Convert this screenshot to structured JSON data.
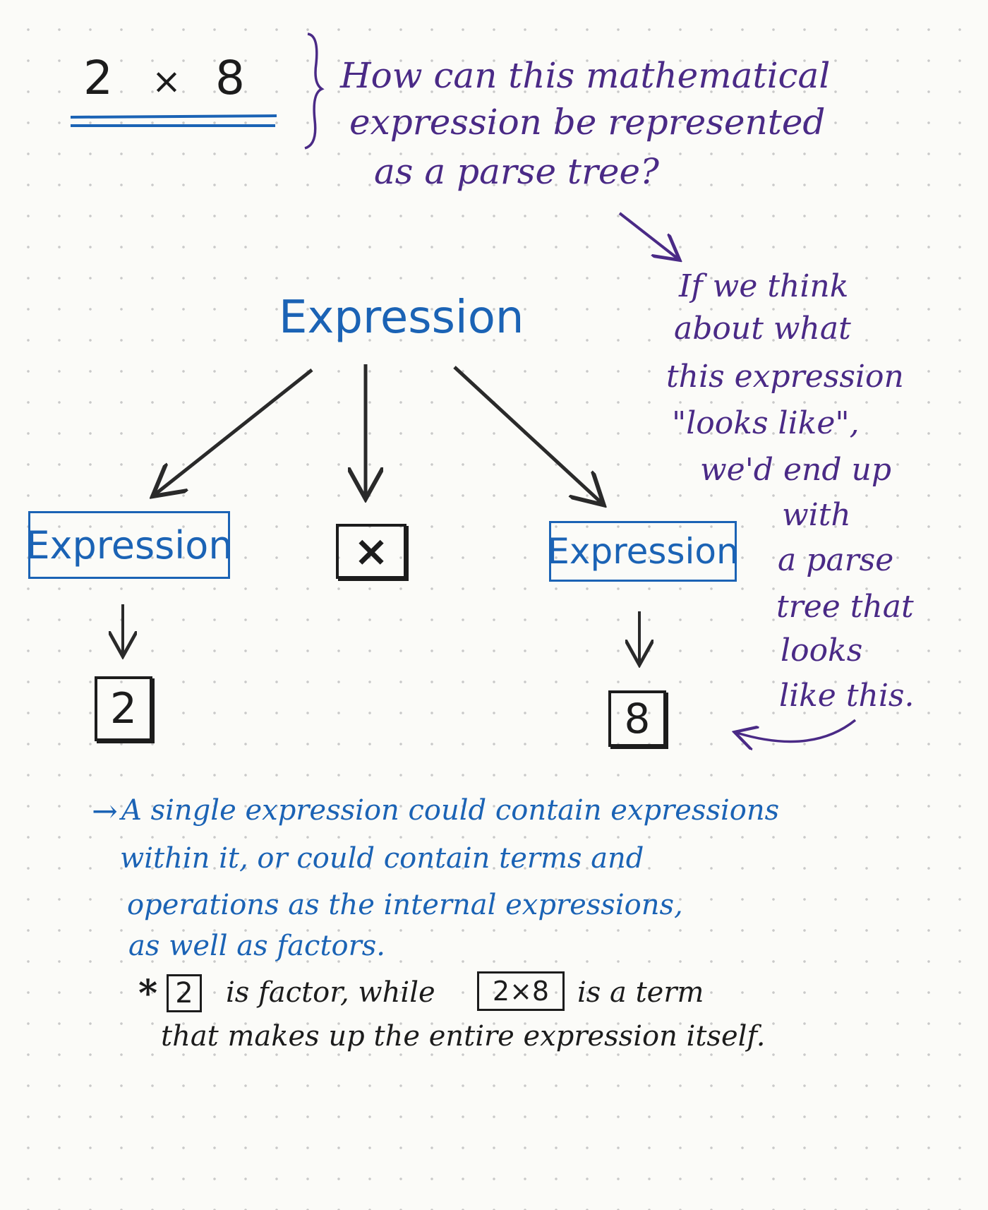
{
  "expression": {
    "left": "2",
    "operator": "×",
    "right": "8"
  },
  "question": {
    "line1": "How can this mathematical",
    "line2": "expression be represented",
    "line3": "as a parse tree?"
  },
  "tree": {
    "root": "Expression",
    "left_node": "Expression",
    "operator_node": "×",
    "right_node": "Expression",
    "left_leaf": "2",
    "right_leaf": "8"
  },
  "side_note": {
    "lines": [
      "If we think",
      "about what",
      "this expression",
      "\"looks like\",",
      "we'd end up",
      "with",
      "a parse",
      "tree that",
      "looks",
      "like this."
    ]
  },
  "explanation": {
    "arrow": "→",
    "line1": "A single expression could contain expressions",
    "line2": "within it, or could contain terms and",
    "line3": "operations as the internal expressions,",
    "line4": "as well as factors."
  },
  "footnote": {
    "asterisk": "*",
    "factor_box": "2",
    "text1": "is factor, while",
    "term_box": "2×8",
    "text2": "is a term",
    "line2": "that makes up the entire expression itself."
  },
  "colors": {
    "purple_ink": "#4a2a86",
    "blue_ink": "#1b63b5",
    "black_ink": "#1c1c1c"
  }
}
